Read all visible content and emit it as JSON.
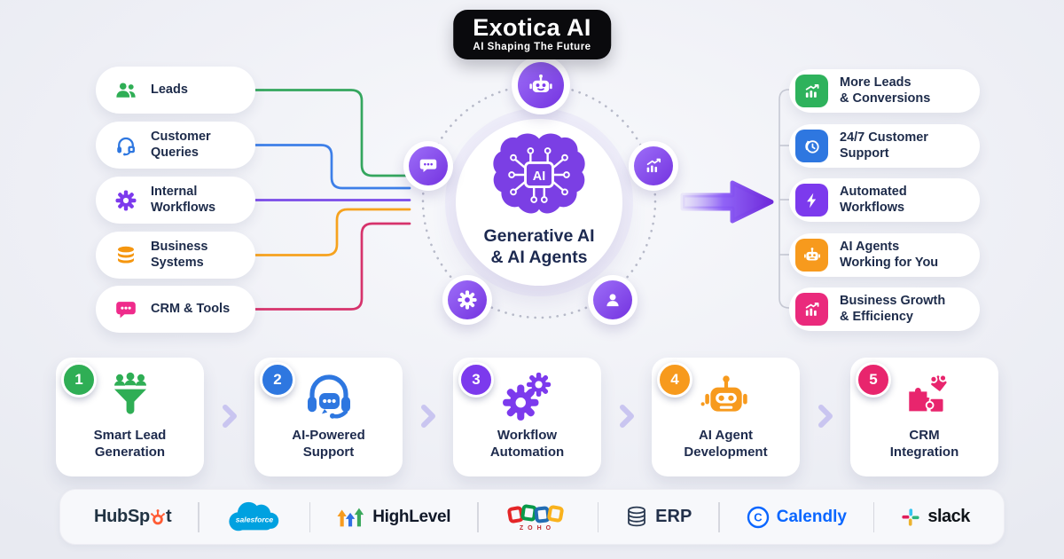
{
  "brand": {
    "name": "Exotica AI",
    "tagline": "AI Shaping The Future"
  },
  "inputs": {
    "items": [
      {
        "icon": "users-icon",
        "color": "#2fae55",
        "lines": [
          "Leads"
        ]
      },
      {
        "icon": "headset-icon",
        "color": "#2e77e0",
        "lines": [
          "Customer",
          "Queries"
        ]
      },
      {
        "icon": "gear-icon",
        "color": "#7c3aed",
        "lines": [
          "Internal",
          "Workflows"
        ]
      },
      {
        "icon": "database-icon",
        "color": "#f5960f",
        "lines": [
          "Business",
          "Systems"
        ]
      },
      {
        "icon": "chat-bubble-icon",
        "color": "#ef2b8b",
        "lines": [
          "CRM & Tools"
        ]
      }
    ]
  },
  "hub": {
    "chip_label": "AI",
    "title_lines": [
      "Generative AI",
      "& AI Agents"
    ],
    "satellite_icons": [
      "robot-icon",
      "chat-dots-icon",
      "trend-up-icon",
      "gear-icon",
      "user-icon"
    ]
  },
  "outputs": {
    "items": [
      {
        "icon": "growth-chart-icon",
        "color": "#2eb25c",
        "lines": [
          "More Leads",
          "& Conversions"
        ]
      },
      {
        "icon": "clock-icon",
        "color": "#2e77e0",
        "lines": [
          "24/7 Customer",
          "Support"
        ]
      },
      {
        "icon": "bolt-icon",
        "color": "#7c3aed",
        "lines": [
          "Automated",
          "Workflows"
        ]
      },
      {
        "icon": "robot-icon",
        "color": "#f79a1d",
        "lines": [
          "AI Agents",
          "Working for You"
        ]
      },
      {
        "icon": "bar-growth-icon",
        "color": "#ea2a7c",
        "lines": [
          "Business Growth",
          "& Efficiency"
        ]
      }
    ]
  },
  "steps": {
    "items": [
      {
        "number": "1",
        "badge_color": "#2fae55",
        "icon": "lead-funnel-icon",
        "lines": [
          "Smart Lead",
          "Generation"
        ]
      },
      {
        "number": "2",
        "badge_color": "#2e77e0",
        "icon": "support-headset-icon",
        "lines": [
          "AI-Powered",
          "Support"
        ]
      },
      {
        "number": "3",
        "badge_color": "#7c3aed",
        "icon": "gears-icon",
        "lines": [
          "Workflow",
          "Automation"
        ]
      },
      {
        "number": "4",
        "badge_color": "#f79a1d",
        "icon": "robot-icon",
        "lines": [
          "AI Agent",
          "Development"
        ]
      },
      {
        "number": "5",
        "badge_color": "#e8256d",
        "icon": "puzzle-icon",
        "lines": [
          "CRM",
          "Integration"
        ]
      }
    ]
  },
  "integrations": {
    "items": [
      {
        "name": "HubSpot",
        "display": {
          "part1": "HubSp",
          "part2": "t"
        }
      },
      {
        "name": "salesforce"
      },
      {
        "name": "HighLevel"
      },
      {
        "name": "ZOHO"
      },
      {
        "name": "ERP"
      },
      {
        "name": "Calendly",
        "monogram": "C"
      },
      {
        "name": "slack"
      }
    ]
  },
  "palette": {
    "accent_purple": "#7c3aed",
    "green": "#2fae55",
    "blue": "#2e77e0",
    "orange": "#f79a1d",
    "pink": "#e8256d",
    "navy_text": "#1d2b4a",
    "badge_black": "#0a0a0d",
    "connector_colors": [
      "#34a65e",
      "#3d7fe8",
      "#7a4be8",
      "#f6a21e",
      "#d6336c"
    ]
  }
}
